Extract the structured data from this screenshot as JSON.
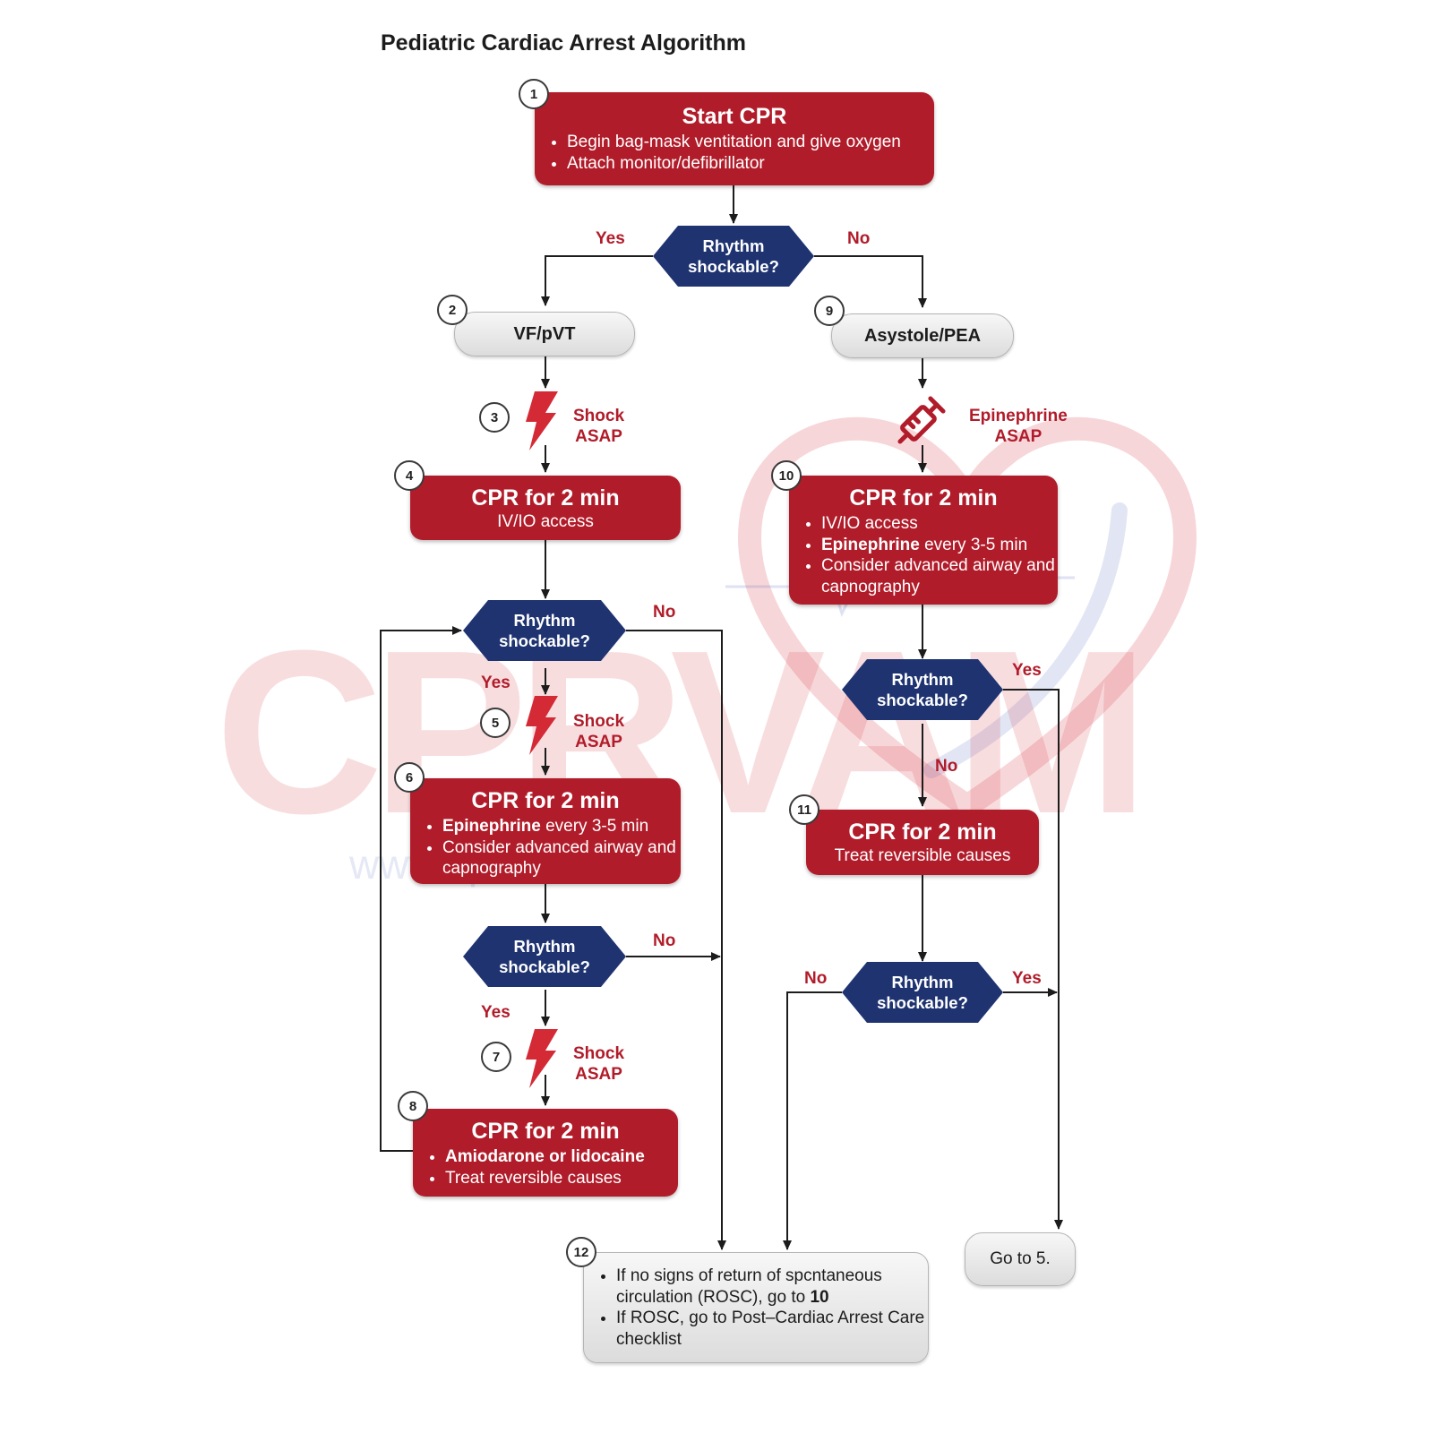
{
  "title": "Pediatric Cardiac Arrest Algorithm",
  "watermark": {
    "text": "CPRVAM",
    "url": "www.cprvam.com"
  },
  "colors": {
    "red": "#b11c2a",
    "navy": "#1f3371",
    "gray_box": "#e6e6e6",
    "line": "#1c1c1c"
  },
  "decision_label": "Rhythm\nshockable?",
  "yes_label": "Yes",
  "no_label": "No",
  "step_numbers": [
    "1",
    "2",
    "3",
    "4",
    "5",
    "6",
    "7",
    "8",
    "9",
    "10",
    "11",
    "12"
  ],
  "start": {
    "title": "Start CPR",
    "bullets": [
      "Begin bag-mask ventitation and give oxygen",
      "Attach monitor/defibrillator"
    ]
  },
  "vf": {
    "label": "VF/pVT"
  },
  "asystole": {
    "label": "Asystole/PEA"
  },
  "shock": {
    "label": "Shock\nASAP",
    "icon": "lightning-icon"
  },
  "epi": {
    "label": "Epinephrine\nASAP",
    "icon": "syringe-icon"
  },
  "box4": {
    "title": "CPR for 2 min",
    "sub": "IV/IO access"
  },
  "box6": {
    "title": "CPR for 2 min",
    "bullets": [
      {
        "bold": "Epinephrine",
        "rest": " every 3-5 min"
      },
      {
        "bold": "",
        "rest": "Consider advanced airway and capnography"
      }
    ]
  },
  "box8": {
    "title": "CPR for 2 min",
    "bullets": [
      {
        "bold": "Amiodarone or lidocaine",
        "rest": ""
      },
      {
        "bold": "",
        "rest": "Treat reversible causes"
      }
    ]
  },
  "box10": {
    "title": "CPR for 2 min",
    "bullets": [
      {
        "bold": "",
        "rest": "IV/IO access"
      },
      {
        "bold": "Epinephrine",
        "rest": " every 3-5 min"
      },
      {
        "bold": "",
        "rest": "Consider advanced airway and capnography"
      }
    ]
  },
  "box11": {
    "title": "CPR for 2 min",
    "sub": "Treat reversible causes"
  },
  "box12": {
    "bullets": [
      {
        "rest": "If no signs of return of spcntaneous circulation (ROSC), go to ",
        "bold": "10"
      },
      {
        "rest": "If ROSC, go to Post–Cardiac Arrest Care checklist",
        "bold": ""
      }
    ]
  },
  "goto": {
    "label": "Go to 5."
  }
}
